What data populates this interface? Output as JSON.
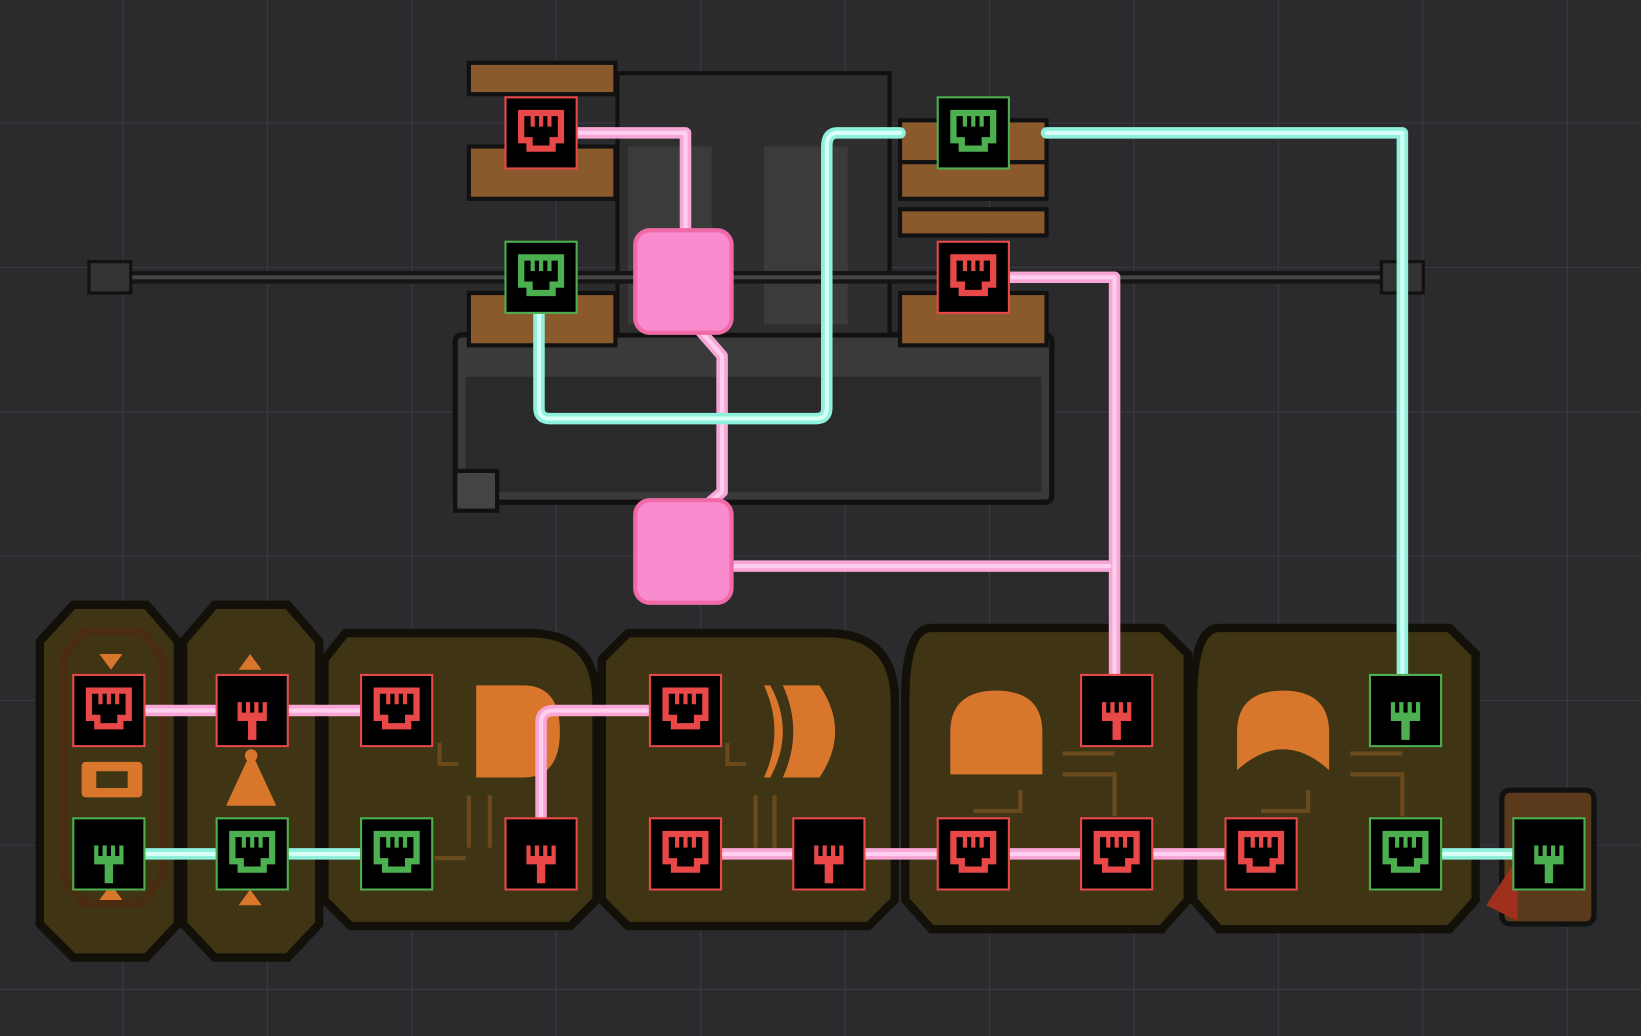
{
  "scene": "automation-circuit",
  "colors": {
    "background": "#2b2b2e",
    "signal_red": "#e84848",
    "signal_green": "#4caf50",
    "wire_red": "#f7a6d6",
    "wire_green": "#8ff0dc",
    "gate_body": "#3f3414",
    "gate_glyph": "#d8772c"
  },
  "gates": [
    "buffer",
    "not",
    "and",
    "or",
    "and",
    "or",
    "output-signal"
  ],
  "ports": {
    "machine_top": [
      "red",
      "green",
      "green",
      "red"
    ],
    "row_top": [
      "red",
      "red",
      "red",
      "red",
      "red",
      "green"
    ],
    "row_bottom": [
      "green",
      "green",
      "green",
      "red",
      "red",
      "red",
      "red",
      "red",
      "red",
      "green",
      "green"
    ]
  }
}
